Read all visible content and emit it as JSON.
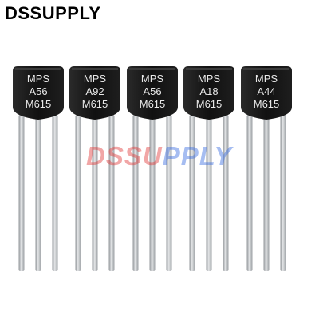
{
  "brand": {
    "title": "DSSUPPLY"
  },
  "watermark": {
    "part_red": "DSSU",
    "part_blue": "PPLY",
    "red": "#e23b3b",
    "blue": "#3b6fe2"
  },
  "transistors": [
    {
      "line1": "MPS",
      "line2": "A56",
      "line3": "M615"
    },
    {
      "line1": "MPS",
      "line2": "A92",
      "line3": "M615"
    },
    {
      "line1": "MPS",
      "line2": "A56",
      "line3": "M615"
    },
    {
      "line1": "MPS",
      "line2": "A18",
      "line3": "M615"
    },
    {
      "line1": "MPS",
      "line2": "A44",
      "line3": "M615"
    }
  ],
  "colors": {
    "body": "#141414",
    "lead": "#bfc3c6",
    "marking": "#e8e8e8"
  }
}
